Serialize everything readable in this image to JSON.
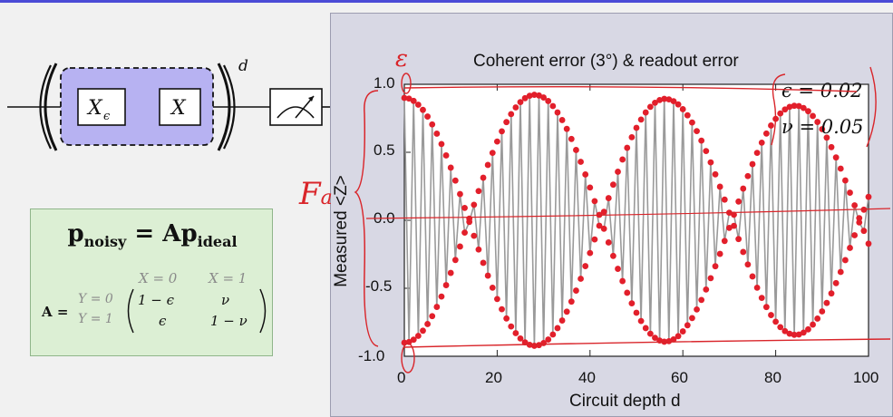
{
  "circuit": {
    "gate1": "X",
    "gate1_sub": "ϵ",
    "gate2": "X",
    "exponent": "d"
  },
  "formula": {
    "lhs_bold": "p",
    "lhs_sub": "noisy",
    "eq": "=",
    "rhs_bold": "Ap",
    "rhs_sub": "ideal"
  },
  "matrix": {
    "label": "A =",
    "col_headers": [
      "X = 0",
      "X = 1"
    ],
    "row_headers": [
      "Y = 0",
      "Y = 1"
    ],
    "cells": [
      [
        "1 − ϵ",
        "ν"
      ],
      [
        "ϵ",
        "1 − ν"
      ]
    ]
  },
  "chart_data": {
    "type": "scatter",
    "title": "Coherent error (3°) & readout error",
    "xlabel": "Circuit depth d",
    "ylabel": "Measured <Z>",
    "xlim": [
      0,
      100
    ],
    "ylim": [
      -1.0,
      1.0
    ],
    "x_ticks": [
      "0",
      "20",
      "40",
      "60",
      "80",
      "100"
    ],
    "y_ticks": [
      "1.0",
      "0.5",
      "0.0",
      "-0.5",
      "-1.0"
    ],
    "params": [
      "ϵ = 0.02",
      "ν = 0.05"
    ],
    "series": [
      {
        "style": "gray-line",
        "x": [
          0,
          1,
          2,
          3,
          4,
          5,
          6,
          7,
          8,
          9,
          10,
          11,
          12,
          13,
          14,
          15,
          16,
          17,
          18,
          19,
          20,
          21,
          22,
          23,
          24,
          25,
          26,
          27,
          28,
          29,
          30,
          31,
          32,
          33,
          34,
          35,
          36,
          37,
          38,
          39,
          40,
          41,
          42,
          43,
          44,
          45,
          46,
          47,
          48,
          49,
          50,
          51,
          52,
          53,
          54,
          55,
          56,
          57,
          58,
          59,
          60,
          61,
          62,
          63,
          64,
          65,
          66,
          67,
          68,
          69,
          70,
          71,
          72,
          73,
          74,
          75,
          76,
          77,
          78,
          79,
          80,
          81,
          82,
          83,
          84,
          85,
          86,
          87,
          88,
          89,
          90,
          91,
          92,
          93,
          94,
          95,
          96,
          97,
          98,
          99,
          100
        ],
        "y": [
          0.9,
          -0.895,
          0.878,
          -0.85,
          0.812,
          -0.763,
          0.705,
          -0.637,
          0.561,
          -0.477,
          0.387,
          -0.292,
          0.193,
          -0.091,
          -0.012,
          0.114,
          -0.215,
          0.313,
          -0.407,
          0.496,
          -0.579,
          0.654,
          -0.722,
          0.781,
          -0.83,
          0.869,
          -0.898,
          0.916,
          -0.923,
          0.918,
          -0.903,
          0.877,
          -0.84,
          0.793,
          -0.737,
          0.672,
          -0.598,
          0.517,
          -0.43,
          0.337,
          -0.241,
          0.141,
          -0.04,
          -0.062,
          0.163,
          -0.262,
          0.357,
          -0.447,
          0.533,
          -0.611,
          0.68,
          -0.741,
          0.793,
          -0.834,
          0.864,
          -0.884,
          0.893,
          -0.889,
          0.876,
          -0.852,
          0.817,
          -0.772,
          0.719,
          -0.656,
          0.586,
          -0.509,
          0.426,
          -0.338,
          0.247,
          -0.152,
          0.056,
          0.041,
          -0.138,
          0.233,
          -0.325,
          0.413,
          -0.496,
          0.571,
          -0.638,
          0.697,
          -0.746,
          0.786,
          -0.815,
          0.834,
          -0.842,
          0.84,
          -0.826,
          0.802,
          -0.767,
          0.723,
          -0.67,
          0.608,
          -0.538,
          0.462,
          -0.38,
          0.293,
          -0.203,
          0.11,
          -0.016,
          -0.078,
          0.172
        ]
      },
      {
        "style": "red-dots",
        "x": [
          0,
          1,
          2,
          3,
          4,
          5,
          6,
          7,
          8,
          9,
          10,
          11,
          12,
          13,
          14,
          15,
          16,
          17,
          18,
          19,
          20,
          21,
          22,
          23,
          24,
          25,
          26,
          27,
          28,
          29,
          30,
          31,
          32,
          33,
          34,
          35,
          36,
          37,
          38,
          39,
          40,
          41,
          42,
          43,
          44,
          45,
          46,
          47,
          48,
          49,
          50,
          51,
          52,
          53,
          54,
          55,
          56,
          57,
          58,
          59,
          60,
          61,
          62,
          63,
          64,
          65,
          66,
          67,
          68,
          69,
          70,
          71,
          72,
          73,
          74,
          75,
          76,
          77,
          78,
          79,
          80,
          81,
          82,
          83,
          84,
          85,
          86,
          87,
          88,
          89,
          90,
          91,
          92,
          93,
          94,
          95,
          96,
          97,
          98,
          99,
          100
        ],
        "y": [
          0.9,
          -0.895,
          0.878,
          -0.85,
          0.812,
          -0.763,
          0.705,
          -0.637,
          0.561,
          -0.477,
          0.387,
          -0.292,
          0.193,
          -0.091,
          -0.012,
          0.114,
          -0.215,
          0.313,
          -0.407,
          0.496,
          -0.579,
          0.654,
          -0.722,
          0.781,
          -0.83,
          0.869,
          -0.898,
          0.916,
          -0.923,
          0.918,
          -0.903,
          0.877,
          -0.84,
          0.793,
          -0.737,
          0.672,
          -0.598,
          0.517,
          -0.43,
          0.337,
          -0.241,
          0.141,
          -0.04,
          -0.062,
          0.163,
          -0.262,
          0.357,
          -0.447,
          0.533,
          -0.611,
          0.68,
          -0.741,
          0.793,
          -0.834,
          0.864,
          -0.884,
          0.893,
          -0.889,
          0.876,
          -0.852,
          0.817,
          -0.772,
          0.719,
          -0.656,
          0.586,
          -0.509,
          0.426,
          -0.338,
          0.247,
          -0.152,
          0.056,
          0.041,
          -0.138,
          0.233,
          -0.325,
          0.413,
          -0.496,
          0.571,
          -0.638,
          0.697,
          -0.746,
          0.786,
          -0.815,
          0.834,
          -0.842,
          0.84,
          -0.826,
          0.802,
          -0.767,
          0.723,
          -0.67,
          0.608,
          -0.538,
          0.462,
          -0.38,
          0.293,
          -0.203,
          0.11,
          -0.016,
          -0.078,
          0.172
        ]
      }
    ]
  },
  "annotations": {
    "epsilon_mark": "ε",
    "fa_mark": "F",
    "fa_sub": "a"
  },
  "colors": {
    "accent": "#4b4bd6",
    "gate_fill": "#b7b2f2",
    "matrix_bg": "#dcefd4",
    "plot_bg": "#d8d8e4",
    "data_dots": "#e21f2b",
    "data_line": "#9a9a9a",
    "ink": "#d9252a"
  }
}
